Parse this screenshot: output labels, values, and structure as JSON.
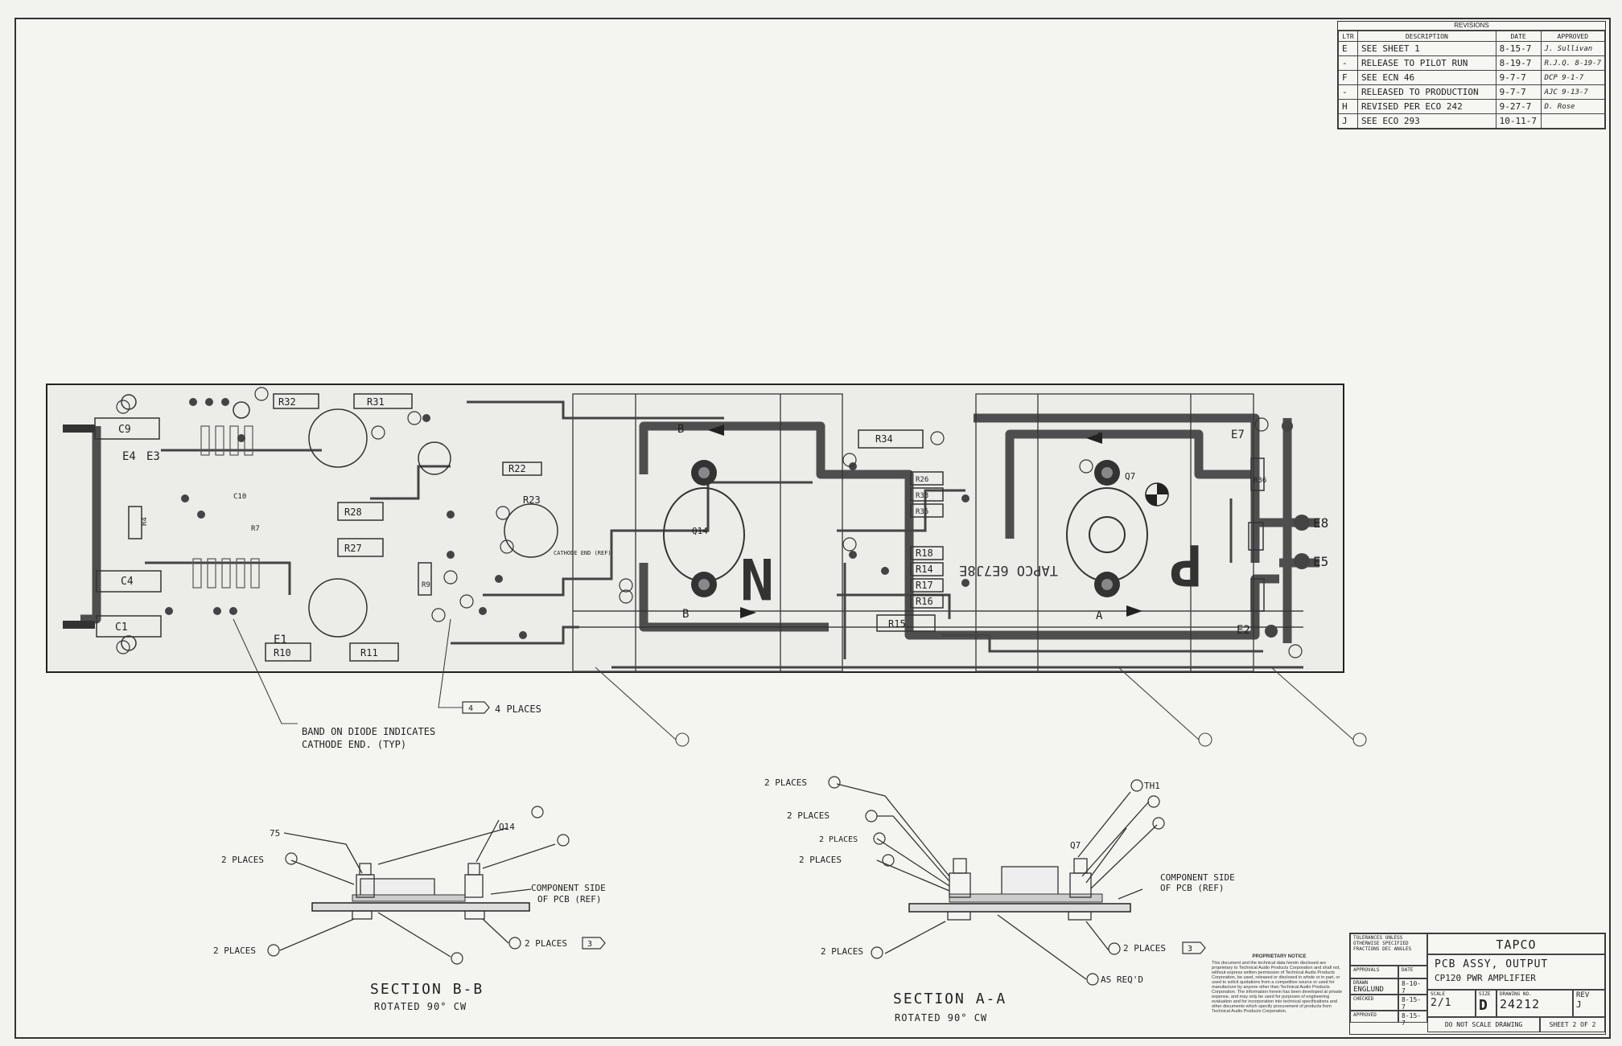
{
  "revisions": {
    "caption": "REVISIONS",
    "headers": [
      "LTR",
      "DESCRIPTION",
      "DATE",
      "APPROVED"
    ],
    "rows": [
      {
        "ltr": "E",
        "desc": "SEE SHEET 1",
        "date": "8-15-7",
        "appr": "J. Sullivan"
      },
      {
        "ltr": "-",
        "desc": "RELEASE TO PILOT RUN",
        "date": "8-19-7",
        "appr": "R.J.Q. 8-19-7"
      },
      {
        "ltr": "F",
        "desc": "SEE ECN 46",
        "date": "9-7-7",
        "appr": "DCP 9-1-7"
      },
      {
        "ltr": "-",
        "desc": "RELEASED TO PRODUCTION",
        "date": "9-7-7",
        "appr": "AJC 9-13-7"
      },
      {
        "ltr": "H",
        "desc": "REVISED PER ECO 242",
        "date": "9-27-7",
        "appr": "D. Rose"
      },
      {
        "ltr": "J",
        "desc": "SEE ECO 293",
        "date": "10-11-7",
        "appr": ""
      }
    ]
  },
  "pcb": {
    "resistors": [
      "R32",
      "R31",
      "R34",
      "R22",
      "R23",
      "R28",
      "R27",
      "R10",
      "R11",
      "R18",
      "R14",
      "R17",
      "R16",
      "R15",
      "R4",
      "R9",
      "R7",
      "R26",
      "R33",
      "R35",
      "R36"
    ],
    "caps": [
      "C9",
      "C4",
      "C1",
      "C10"
    ],
    "terminals": [
      "E4",
      "E3",
      "E1",
      "E7",
      "E8",
      "E5",
      "E2"
    ],
    "transistors": [
      "Q14",
      "Q7"
    ],
    "letters": {
      "n": "N",
      "p": "P",
      "a": "A",
      "b": "B"
    },
    "mirrored_text": "TAPCO 6E7J8E",
    "cathode_note": "CATHODE END (REF)"
  },
  "notes": {
    "diode_band": "BAND ON DIODE INDICATES",
    "diode_band2": "CATHODE END. (TYP)",
    "four_places": "4 PLACES"
  },
  "section_bb": {
    "title": "SECTION B-B",
    "sub": "ROTATED 90° CW",
    "component_side": "COMPONENT SIDE",
    "component_side2": "OF PCB (REF)",
    "places_1": "2 PLACES",
    "places_2": "2 PLACES",
    "places_3": "2 PLACES",
    "q": "Q14",
    "n75": "75"
  },
  "section_aa": {
    "title": "SECTION A-A",
    "sub": "ROTATED 90° CW",
    "component_side": "COMPONENT SIDE",
    "component_side2": "OF PCB (REF)",
    "places_1": "2 PLACES",
    "places_2": "2 PLACES",
    "places_3": "2 PLACES",
    "places_4": "2 PLACES",
    "places_5": "2 PLACES",
    "places_6": "2 PLACES",
    "th": "TH1",
    "q": "Q7",
    "as_reqd": "AS REQ'D"
  },
  "notice": {
    "heading": "PROPRIETARY NOTICE",
    "body": "This document and the technical data herein disclosed are proprietary to Technical Audio Products Corporation and shall not, without express written permission of Technical Audio Products Corporation, be used, released or disclosed in whole or in part, or used to solicit quotations from a competitive source or used for manufacture by anyone other than Technical Audio Products Corporation. The information herein has been developed at private expense, and may only be used for purposes of engineering evaluation and for incorporation into technical specifications and other documents which specify procurement of products from Technical Audio Products Corporation."
  },
  "title_block": {
    "tolerances": "TOLERANCES UNLESS OTHERWISE SPECIFIED",
    "fractions": "FRACTIONS  DEC  ANGLES",
    "approvals": "APPROVALS",
    "date_h": "DATE",
    "drawn": "DRAWN",
    "drawn_by": "ENGLUND",
    "drawn_date": "8-10-7",
    "checked": "CHECKED",
    "checked_date": "8-15-7",
    "approved": "APPROVED",
    "approved_date": "8-15-7",
    "company": "TAPCO",
    "title1": "PCB ASSY, OUTPUT",
    "title2": "CP120 PWR AMPLIFIER",
    "scale_h": "SCALE",
    "scale": "2/1",
    "size_h": "SIZE",
    "size": "D",
    "dwg_h": "DRAWING NO.",
    "dwg": "24212",
    "rev_h": "REV",
    "rev": "J",
    "no_scale": "DO NOT SCALE DRAWING",
    "sheet": "SHEET 2 OF 2"
  }
}
